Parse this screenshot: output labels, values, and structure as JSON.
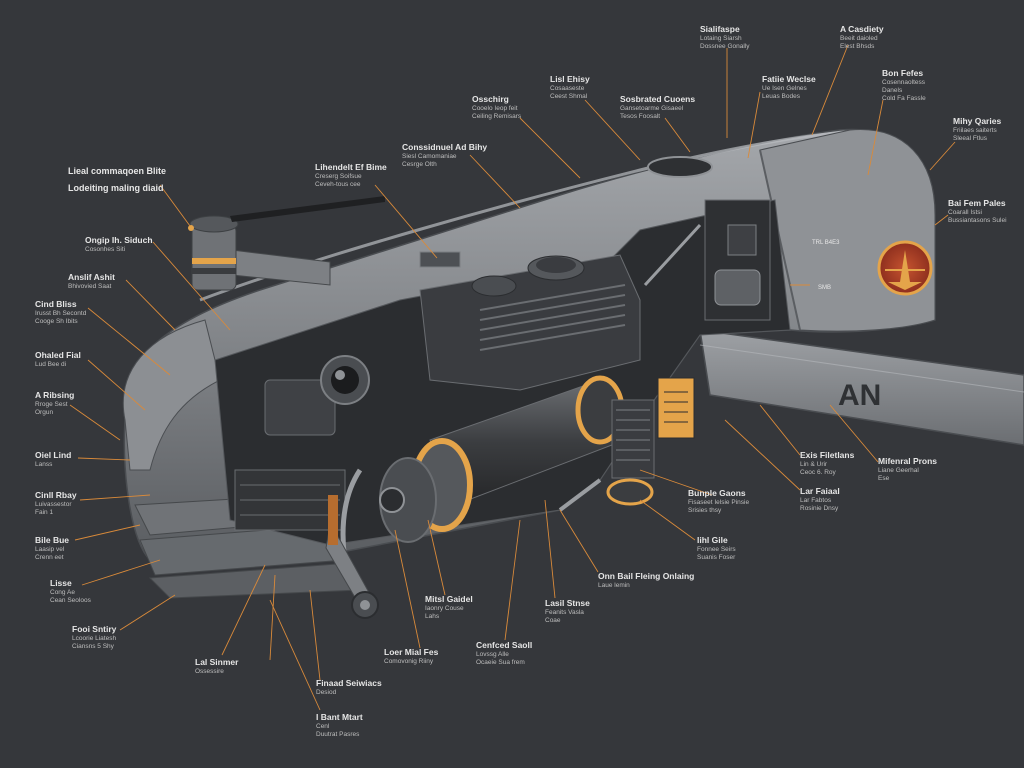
{
  "theme": {
    "background": "#35373b",
    "body_color": "#7b7e82",
    "body_light": "#9a9da1",
    "body_dark": "#4f5256",
    "interior_dark": "#2b2d30",
    "accent_orange": "#e4a44a",
    "leader_color": "#d98a3a",
    "emblem_red": "#b5432a"
  },
  "aircraft": {
    "tail_marking": "AN",
    "body_small_text": "TRL B4E3",
    "body_small_text_2": "SMB"
  },
  "labels": {
    "left_header": {
      "title": "Lieal commaqoen Blite",
      "sub": "Lodeiting maling diaid"
    },
    "c1": {
      "title": "Ongip Ih. Siduch",
      "sub": "Cosonhes Siti"
    },
    "c2": {
      "title": "Anslif Ashit",
      "sub": "Bhivovied Saat"
    },
    "c3": {
      "title": "Cind Bliss",
      "sub": "Irusst Bh Secontd",
      "sub2": "Cooge Sh Ibits"
    },
    "c4": {
      "title": "Ohaled Fial",
      "sub": "Lud Bee di"
    },
    "c5": {
      "title": "A Ribsing",
      "sub": "Rroge Sest",
      "sub2": "Orgun"
    },
    "c6": {
      "title": "Oiel Lind",
      "sub": "Lanss"
    },
    "c7": {
      "title": "Cinll Rbay",
      "sub": "Luivassestor",
      "sub2": "Fain 1"
    },
    "c8": {
      "title": "Bile Bue",
      "sub": "Laasip vel",
      "sub2": "Crenn eet"
    },
    "c9": {
      "title": "Lisse",
      "sub": "Cong Ae",
      "sub2": "Cean Seoloos"
    },
    "c10": {
      "title": "Fooi Sntiry",
      "sub": "Lcoorie Liatesh",
      "sub2": "Ciansns 5 Shy"
    },
    "c11": {
      "title": "Lal Sinmer",
      "sub": "Ossessire"
    },
    "c12": {
      "title": "Finaad Seiwiacs",
      "sub": "Desiod"
    },
    "c13": {
      "title": "I Bant Mtart",
      "sub": "Cenl",
      "sub2": "Duutrat Pasres"
    },
    "c14": {
      "title": "Loer Mial Fes",
      "sub": "Comovonig Riiny"
    },
    "c15": {
      "title": "Mitsl Gaidel",
      "sub": "Iaonry Couse",
      "sub2": "Lahs"
    },
    "c16": {
      "title": "Cenfced Saoll",
      "sub": "Lovssg Alle",
      "sub2": "Ocaeie Sua frem"
    },
    "c17": {
      "title": "Lasil Stnse",
      "sub": "Feanits Vasla",
      "sub2": "Coae"
    },
    "c18": {
      "title": "Onn Bail Fleing Onlaing",
      "sub": "Laue lemin"
    },
    "c19": {
      "title": "Iihl Gile",
      "sub": "Fonnee Seirs",
      "sub2": "Suanis Foser"
    },
    "c20": {
      "title": "Bunple Gaons",
      "sub": "Fisaseet Ielsie Pinsie",
      "sub2": "Srisies thsy"
    },
    "c21": {
      "title": "Lar Faiaal",
      "sub": "Lar Fabtos",
      "sub2": "Rosinie Dnsy"
    },
    "c22": {
      "title": "Exis Filetlans",
      "sub": "Lin & Urir",
      "sub2": "Ceoc 6. Roy"
    },
    "c23": {
      "title": "Mifenral Prons",
      "sub": "Liane Geerhal",
      "sub2": "Ese"
    },
    "c24": {
      "title": "Bai Fem Pales",
      "sub": "Coarall Istsi",
      "sub2": "Bussiantasons Sulei"
    },
    "c25": {
      "title": "Mihy Qaries",
      "sub": "Friilaes saiterts",
      "sub2": "Sleeal Ftlus"
    },
    "c26": {
      "title": "Bon Fefes",
      "sub": "Cosennaoltess",
      "sub2": "Danels",
      "sub3": "Cold Fa Fassle"
    },
    "c27": {
      "title": "A Casdiety",
      "sub": "Beeit daioled",
      "sub2": "Elest Bhsds"
    },
    "c28": {
      "title": "Sialifaspe",
      "sub": "Lotaing Siarsh",
      "sub2": "Dossnee Gonally"
    },
    "c29": {
      "title": "Fatiie Weclse",
      "sub": "Ue Isen Gelnes",
      "sub2": "Leuas Bodes"
    },
    "c30": {
      "title": "Lisl Ehisy",
      "sub": "Cosaaseste",
      "sub2": "Ceest Shmal"
    },
    "c31": {
      "title": "Sosbrated Cuoens",
      "sub": "Gansetoarme Gisaeel",
      "sub2": "Tesos Foosalt"
    },
    "c32": {
      "title": "Osschirg",
      "sub": "Cooelo Ieop feit",
      "sub2": "Ceiling Remisars"
    },
    "c33": {
      "title": "Conssidnuel Ad Bihy",
      "sub": "Siesl Camomaniae",
      "sub2": "Cesrge Olth"
    },
    "c34": {
      "title": "Lihendelt Ef Bime",
      "sub": "Creserg Soifsue",
      "sub2": "Ceveh-tous cee"
    }
  }
}
